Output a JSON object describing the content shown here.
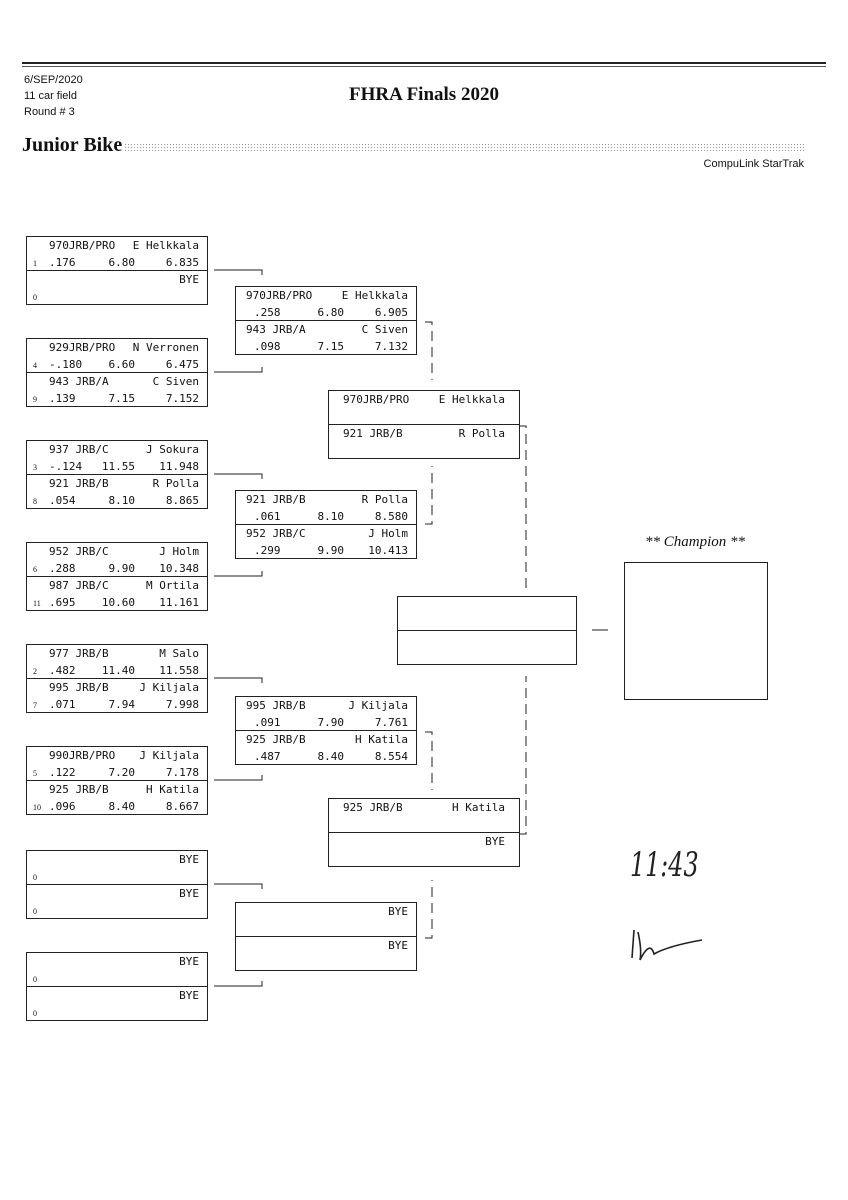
{
  "header": {
    "date": "6/SEP/2020",
    "field": "11 car field",
    "round": "Round # 3",
    "title": "FHRA Finals 2020",
    "category": "Junior Bike",
    "brand": "CompuLink StarTrak"
  },
  "round1": [
    [
      {
        "cls": "970JRB/PRO",
        "name": "E Helkkala",
        "seed": "1",
        "rt": ".176",
        "dial": "6.80",
        "et": "6.835"
      },
      {
        "cls": "",
        "name": "BYE",
        "seed": "0",
        "rt": "",
        "dial": "",
        "et": ""
      }
    ],
    [
      {
        "cls": "929JRB/PRO",
        "name": "N Verronen",
        "seed": "4",
        "rt": "-.180",
        "dial": "6.60",
        "et": "6.475"
      },
      {
        "cls": "943 JRB/A",
        "name": "C Siven",
        "seed": "9",
        "rt": ".139",
        "dial": "7.15",
        "et": "7.152"
      }
    ],
    [
      {
        "cls": "937 JRB/C",
        "name": "J Sokura",
        "seed": "3",
        "rt": "-.124",
        "dial": "11.55",
        "et": "11.948"
      },
      {
        "cls": "921 JRB/B",
        "name": "R Polla",
        "seed": "8",
        "rt": ".054",
        "dial": "8.10",
        "et": "8.865"
      }
    ],
    [
      {
        "cls": "952 JRB/C",
        "name": "J Holm",
        "seed": "6",
        "rt": ".288",
        "dial": "9.90",
        "et": "10.348"
      },
      {
        "cls": "987 JRB/C",
        "name": "M Ortila",
        "seed": "11",
        "rt": ".695",
        "dial": "10.60",
        "et": "11.161"
      }
    ],
    [
      {
        "cls": "977 JRB/B",
        "name": "M Salo",
        "seed": "2",
        "rt": ".482",
        "dial": "11.40",
        "et": "11.558"
      },
      {
        "cls": "995 JRB/B",
        "name": "J Kiljala",
        "seed": "7",
        "rt": ".071",
        "dial": "7.94",
        "et": "7.998"
      }
    ],
    [
      {
        "cls": "990JRB/PRO",
        "name": "J Kiljala",
        "seed": "5",
        "rt": ".122",
        "dial": "7.20",
        "et": "7.178"
      },
      {
        "cls": "925 JRB/B",
        "name": "H Katila",
        "seed": "10",
        "rt": ".096",
        "dial": "8.40",
        "et": "8.667"
      }
    ],
    [
      {
        "cls": "",
        "name": "BYE",
        "seed": "0",
        "rt": "",
        "dial": "",
        "et": ""
      },
      {
        "cls": "",
        "name": "BYE",
        "seed": "0",
        "rt": "",
        "dial": "",
        "et": ""
      }
    ],
    [
      {
        "cls": "",
        "name": "BYE",
        "seed": "0",
        "rt": "",
        "dial": "",
        "et": ""
      },
      {
        "cls": "",
        "name": "BYE",
        "seed": "0",
        "rt": "",
        "dial": "",
        "et": ""
      }
    ]
  ],
  "round2": [
    [
      {
        "cls": "970JRB/PRO",
        "name": "E Helkkala",
        "rt": ".258",
        "dial": "6.80",
        "et": "6.905"
      },
      {
        "cls": "943 JRB/A",
        "name": "C Siven",
        "rt": ".098",
        "dial": "7.15",
        "et": "7.132"
      }
    ],
    [
      {
        "cls": "921 JRB/B",
        "name": "R Polla",
        "rt": ".061",
        "dial": "8.10",
        "et": "8.580"
      },
      {
        "cls": "952 JRB/C",
        "name": "J Holm",
        "rt": ".299",
        "dial": "9.90",
        "et": "10.413"
      }
    ],
    [
      {
        "cls": "995 JRB/B",
        "name": "J Kiljala",
        "rt": ".091",
        "dial": "7.90",
        "et": "7.761"
      },
      {
        "cls": "925 JRB/B",
        "name": "H Katila",
        "rt": ".487",
        "dial": "8.40",
        "et": "8.554"
      }
    ],
    [
      {
        "cls": "",
        "name": "BYE",
        "rt": "",
        "dial": "",
        "et": ""
      },
      {
        "cls": "",
        "name": "BYE",
        "rt": "",
        "dial": "",
        "et": ""
      }
    ]
  ],
  "round3": [
    [
      {
        "cls": "970JRB/PRO",
        "name": "E Helkkala"
      },
      {
        "cls": "921 JRB/B",
        "name": "R Polla"
      }
    ],
    [
      {
        "cls": "925 JRB/B",
        "name": "H Katila"
      },
      {
        "cls": "",
        "name": "BYE"
      }
    ]
  ],
  "final": [
    [
      {
        "cls": "",
        "name": ""
      },
      {
        "cls": "",
        "name": ""
      }
    ]
  ],
  "champion": {
    "label": "** Champion **",
    "name": ""
  },
  "handwritten_time": "11:43"
}
